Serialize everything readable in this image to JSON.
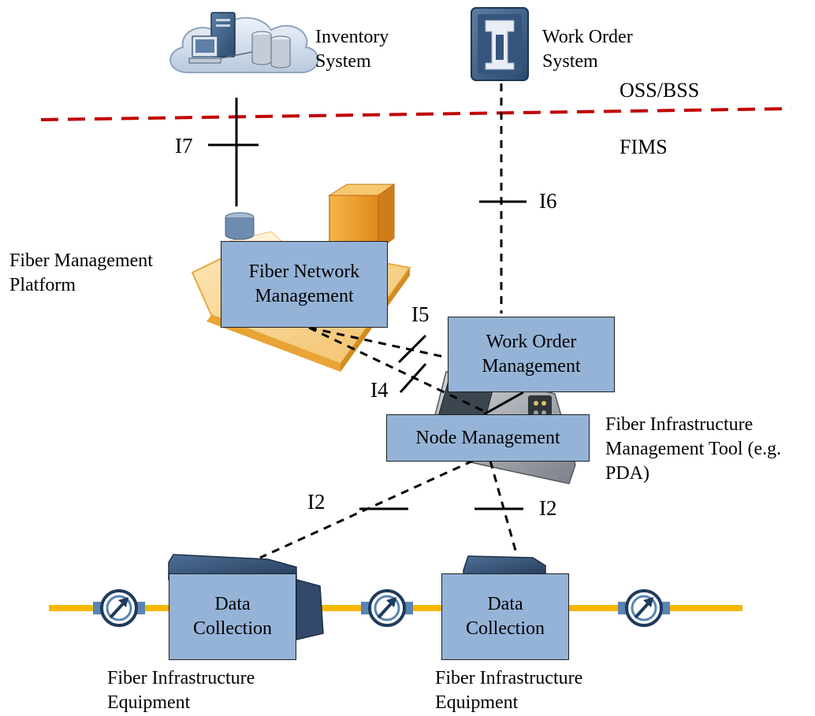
{
  "colors": {
    "oss_boundary": "#c00000",
    "fiber_line": "#f5b800",
    "box_fill": "#95b3d7",
    "box_border": "#1f1f1f",
    "link_line": "#000000"
  },
  "systems": {
    "inventory": {
      "label_line1": "Inventory",
      "label_line2": "System",
      "icon": "database-cloud-icon"
    },
    "work_order": {
      "label_line1": "Work Order",
      "label_line2": "System",
      "icon": "server-icon"
    }
  },
  "zones": {
    "upper": "OSS/BSS",
    "lower": "FIMS"
  },
  "platform": {
    "label_line1": "Fiber Management",
    "label_line2": "Platform",
    "icon": "platform-server-icon"
  },
  "boxes": {
    "fiber_network_management": {
      "line1": "Fiber Network",
      "line2": "Management"
    },
    "work_order_management": {
      "line1": "Work Order",
      "line2": "Management"
    },
    "node_management": {
      "line1": "Node Management"
    },
    "data_collection_1": {
      "line1": "Data",
      "line2": "Collection"
    },
    "data_collection_2": {
      "line1": "Data",
      "line2": "Collection"
    }
  },
  "tool": {
    "label_line1": "Fiber Infrastructure",
    "label_line2": "Management Tool (e.g.",
    "label_line3": "PDA)",
    "icon": "pda-icon"
  },
  "equipment": {
    "left": {
      "label_line1": "Fiber Infrastructure",
      "label_line2": "Equipment"
    },
    "right": {
      "label_line1": "Fiber Infrastructure",
      "label_line2": "Equipment"
    }
  },
  "interfaces": {
    "i7": "I7",
    "i6": "I6",
    "i5": "I5",
    "i4": "I4",
    "i2_left": "I2",
    "i2_right": "I2"
  }
}
